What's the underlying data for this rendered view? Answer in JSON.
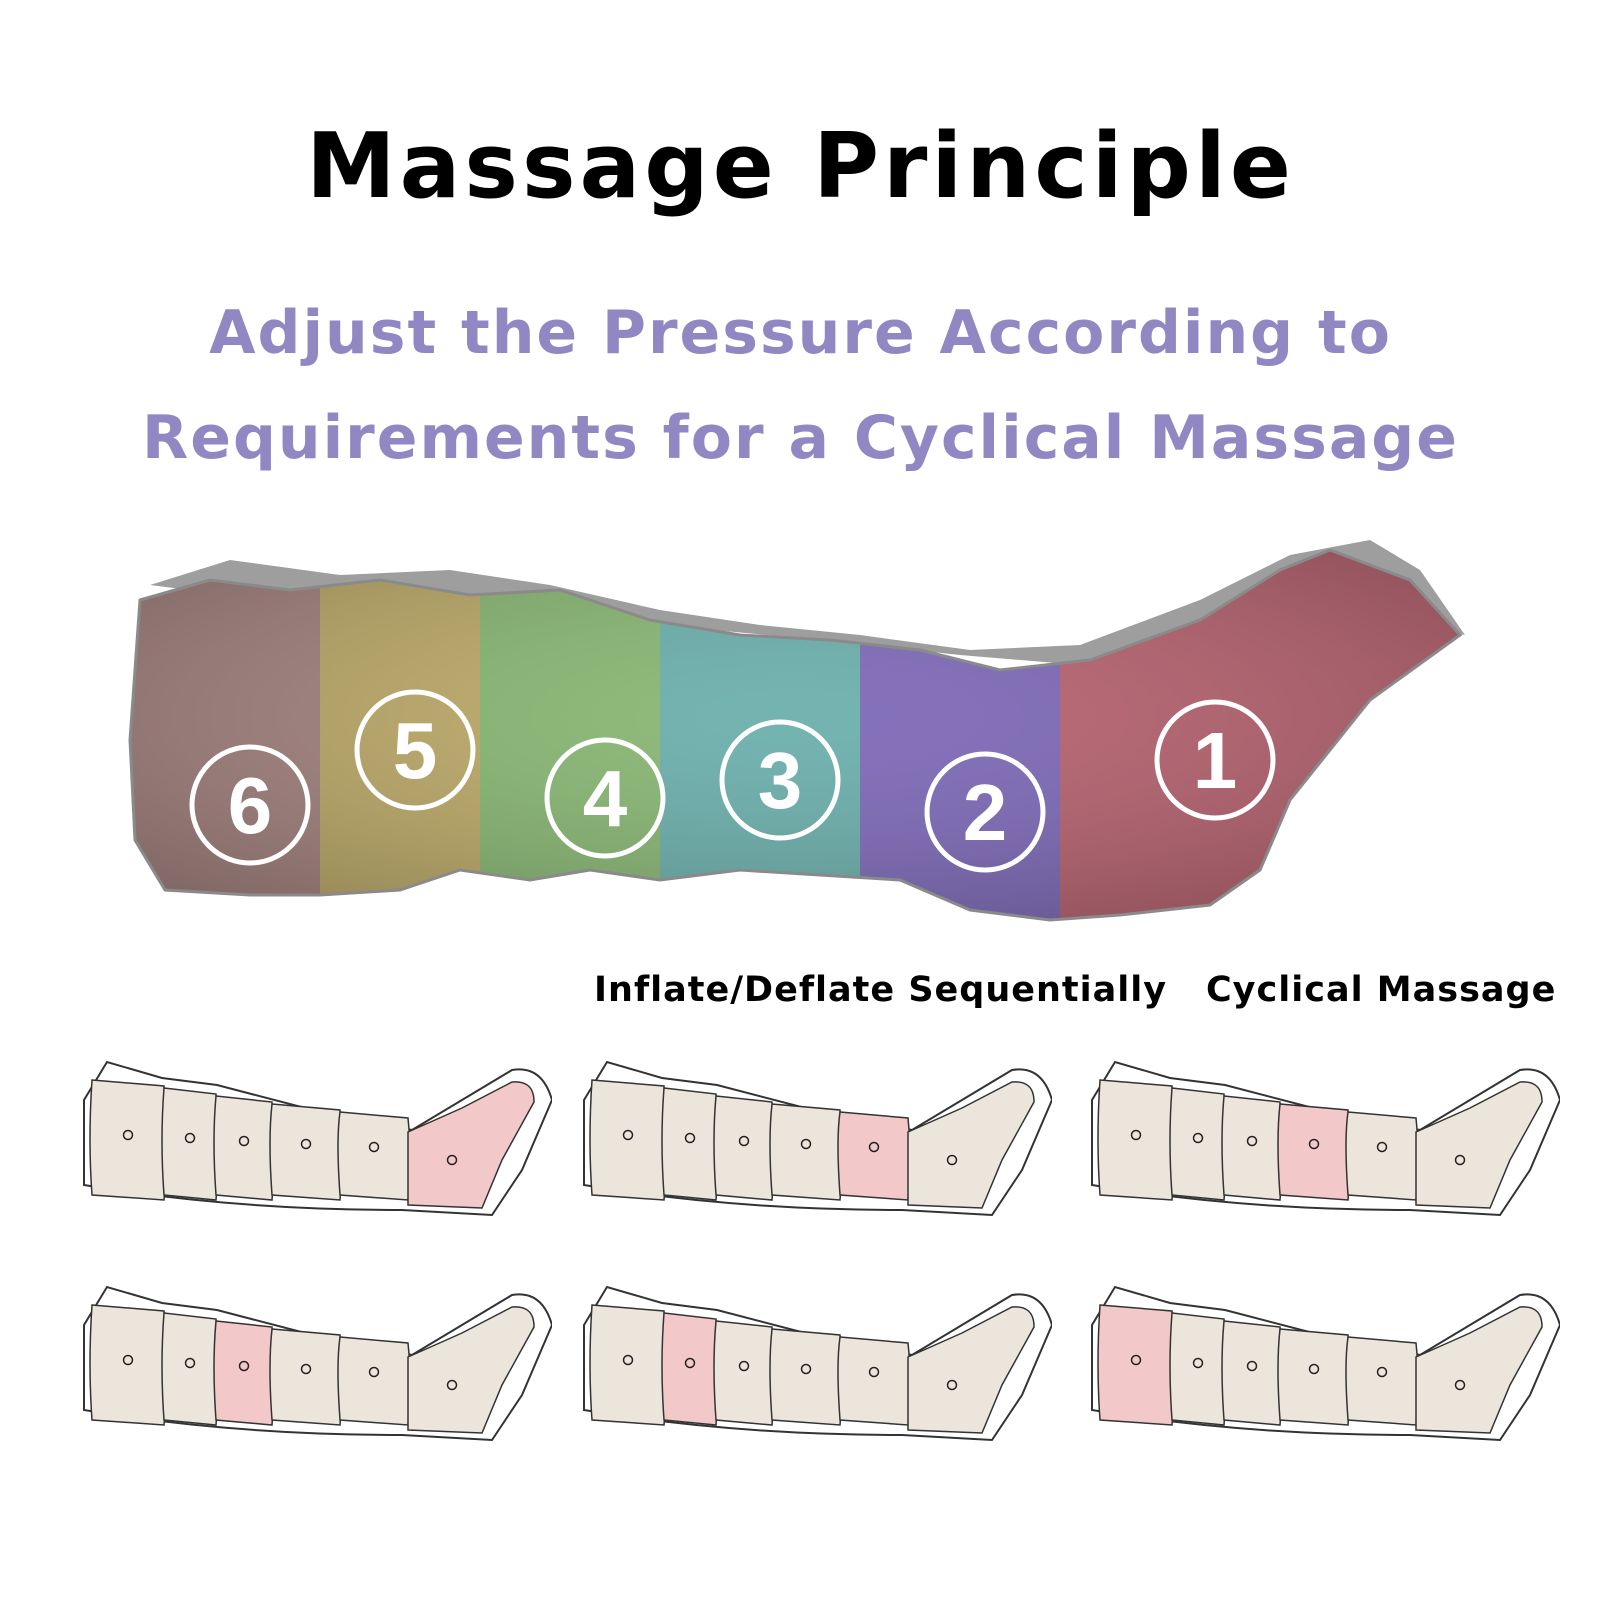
{
  "header": {
    "title": "Massage Principle",
    "subtitle_line1": "Adjust the Pressure According to",
    "subtitle_line2": "Requirements for a Cyclical Massage"
  },
  "hero": {
    "chambers": [
      {
        "label": "6",
        "color": "#9c7672"
      },
      {
        "label": "5",
        "color": "#b7a257"
      },
      {
        "label": "4",
        "color": "#7bb063"
      },
      {
        "label": "3",
        "color": "#5aa7a3"
      },
      {
        "label": "2",
        "color": "#6f58b1"
      },
      {
        "label": "1",
        "color": "#b0505f"
      }
    ]
  },
  "captions": {
    "left": "Inflate/Deflate Sequentially",
    "right": "Cyclical Massage"
  },
  "colors": {
    "title": "#000000",
    "subtitle": "#9187c2",
    "inactive_chamber": "#ece5db",
    "active_chamber": "#f2c8c8",
    "outline": "#333333"
  },
  "sequence": {
    "active_chambers": [
      1,
      2,
      3,
      4,
      5,
      6
    ]
  }
}
